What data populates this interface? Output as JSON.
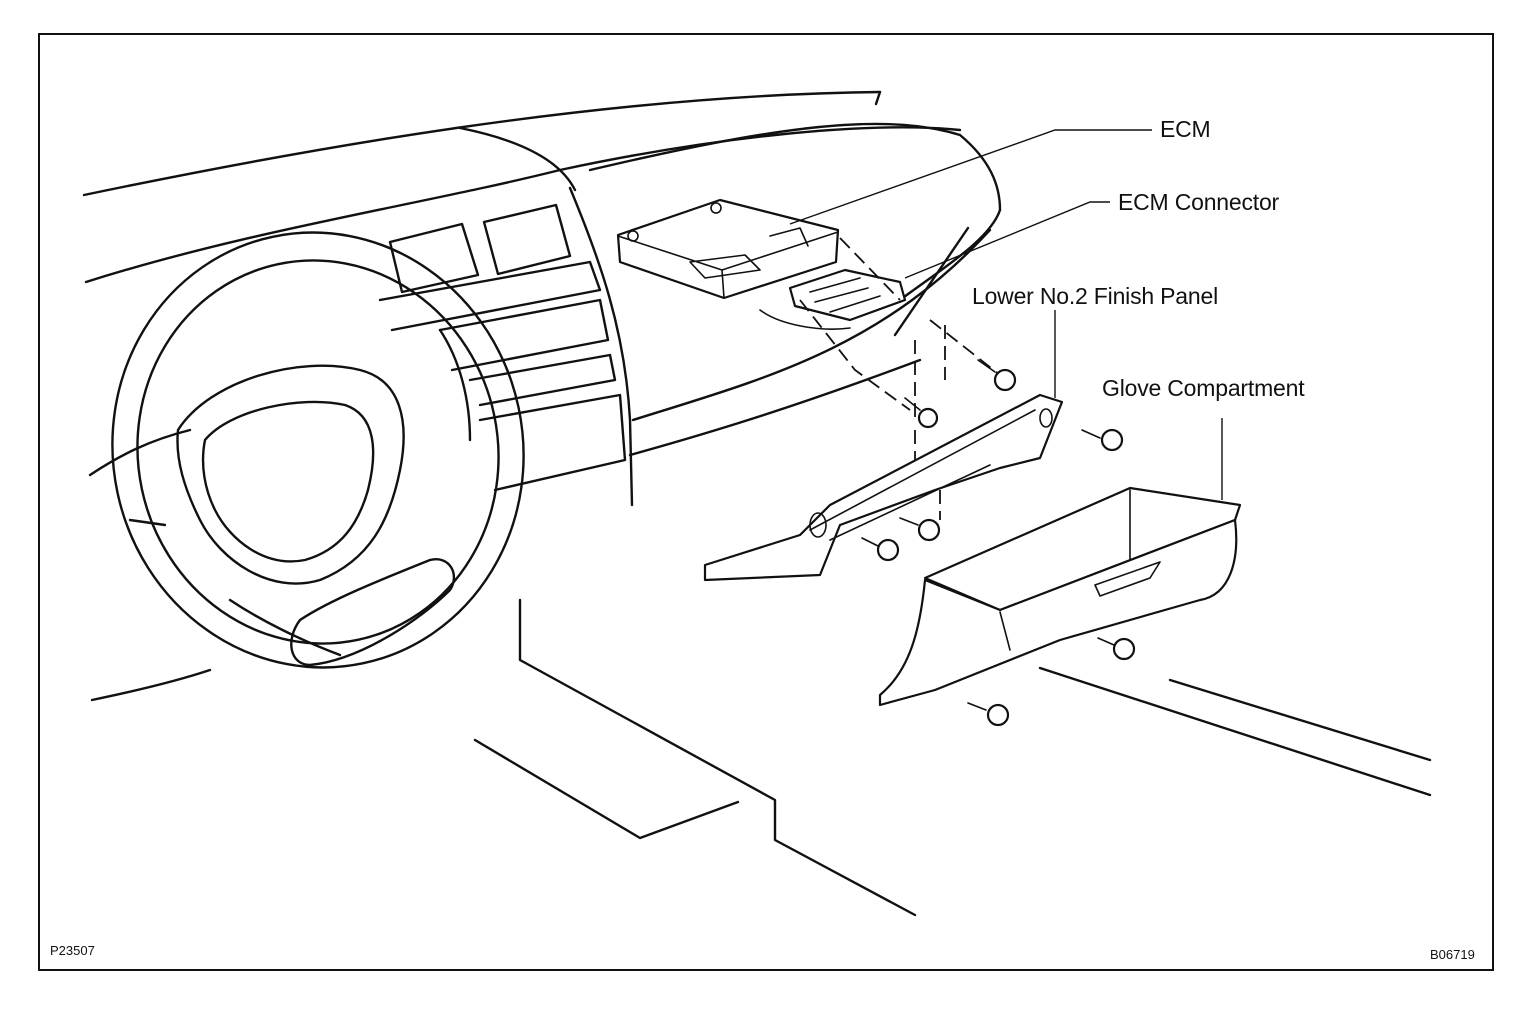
{
  "callouts": {
    "ecm": "ECM",
    "ecm_connector": "ECM Connector",
    "lower_finish_panel": "Lower No.2 Finish Panel",
    "glove_compartment": "Glove Compartment"
  },
  "codes": {
    "left": "P23507",
    "right": "B06719"
  }
}
